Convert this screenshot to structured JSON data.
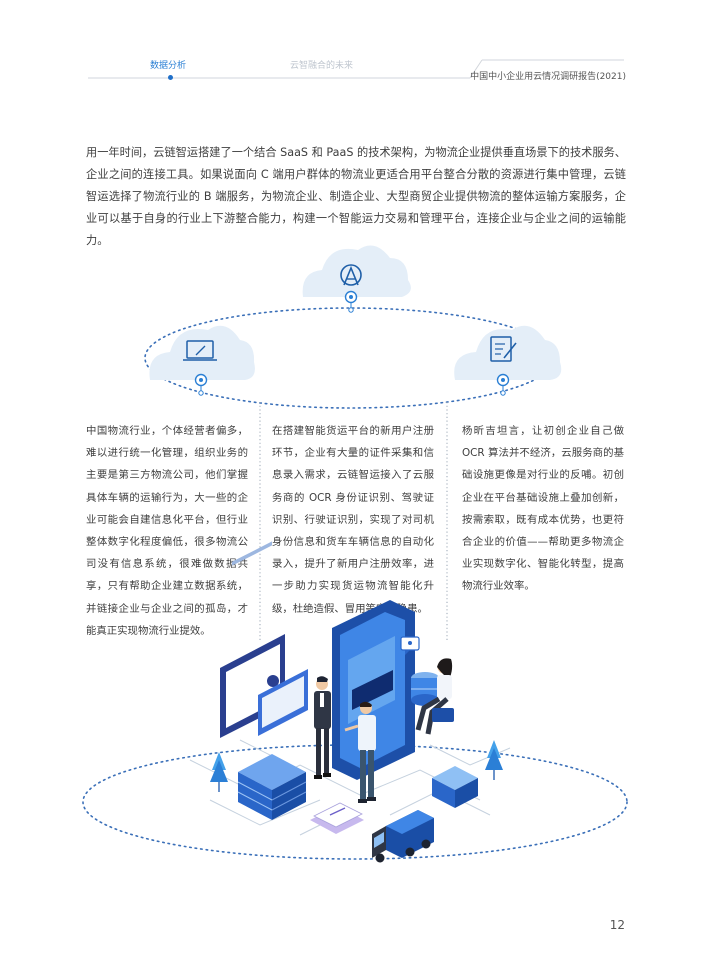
{
  "header": {
    "tab_active": "数据分析",
    "tab_inactive": "云智融合的未来",
    "report_title": "中国中小企业用云情况调研报告(2021)"
  },
  "content": {
    "intro": "用一年时间，云链智运搭建了一个结合 SaaS 和 PaaS 的技术架构，为物流企业提供垂直场景下的技术服务、企业之间的连接工具。如果说面向 C 端用户群体的物流业更适合用平台整合分散的资源进行集中管理，云链智运选择了物流行业的 B 端服务，为物流企业、制造企业、大型商贸企业提供物流的整体运输方案服务，企业可以基于自身的行业上下游整合能力，构建一个智能运力交易和管理平台，连接企业与企业之间的运输能力。",
    "col1": "中国物流行业，个体经营者偏多，难以进行统一化管理，组织业务的主要是第三方物流公司，他们掌握具体车辆的运输行为，大一些的企业可能会自建信息化平台，但行业整体数字化程度偏低，很多物流公司没有信息系统，很难做数据共享，只有帮助企业建立数据系统，并链接企业与企业之间的孤岛，才能真正实现物流行业提效。",
    "col2": "在搭建智能货运平台的新用户注册环节，企业有大量的证件采集和信息录入需求，云链智运接入了云服务商的 OCR 身份证识别、驾驶证识别、行驶证识别，实现了对司机身份信息和货车车辆信息的自动化录入，提升了新用户注册效率，进一步助力实现货运物流智能化升级，杜绝造假、冒用等安全隐患。",
    "col3": "杨昕吉坦言，让初创企业自己做 OCR 算法并不经济，云服务商的基础设施更像是对行业的反哺。初创企业在平台基础设施上叠加创新，按需索取，既有成本优势，也更符合企业的价值——帮助更多物流企业实现数字化、智能化转型，提高物流行业效率。"
  },
  "footer": {
    "page_number": "12"
  },
  "colors": {
    "accent": "#2a7fd4",
    "cloud": "#e4eef8",
    "dotted": "#3a6fb8",
    "text": "#3e3e3e"
  }
}
